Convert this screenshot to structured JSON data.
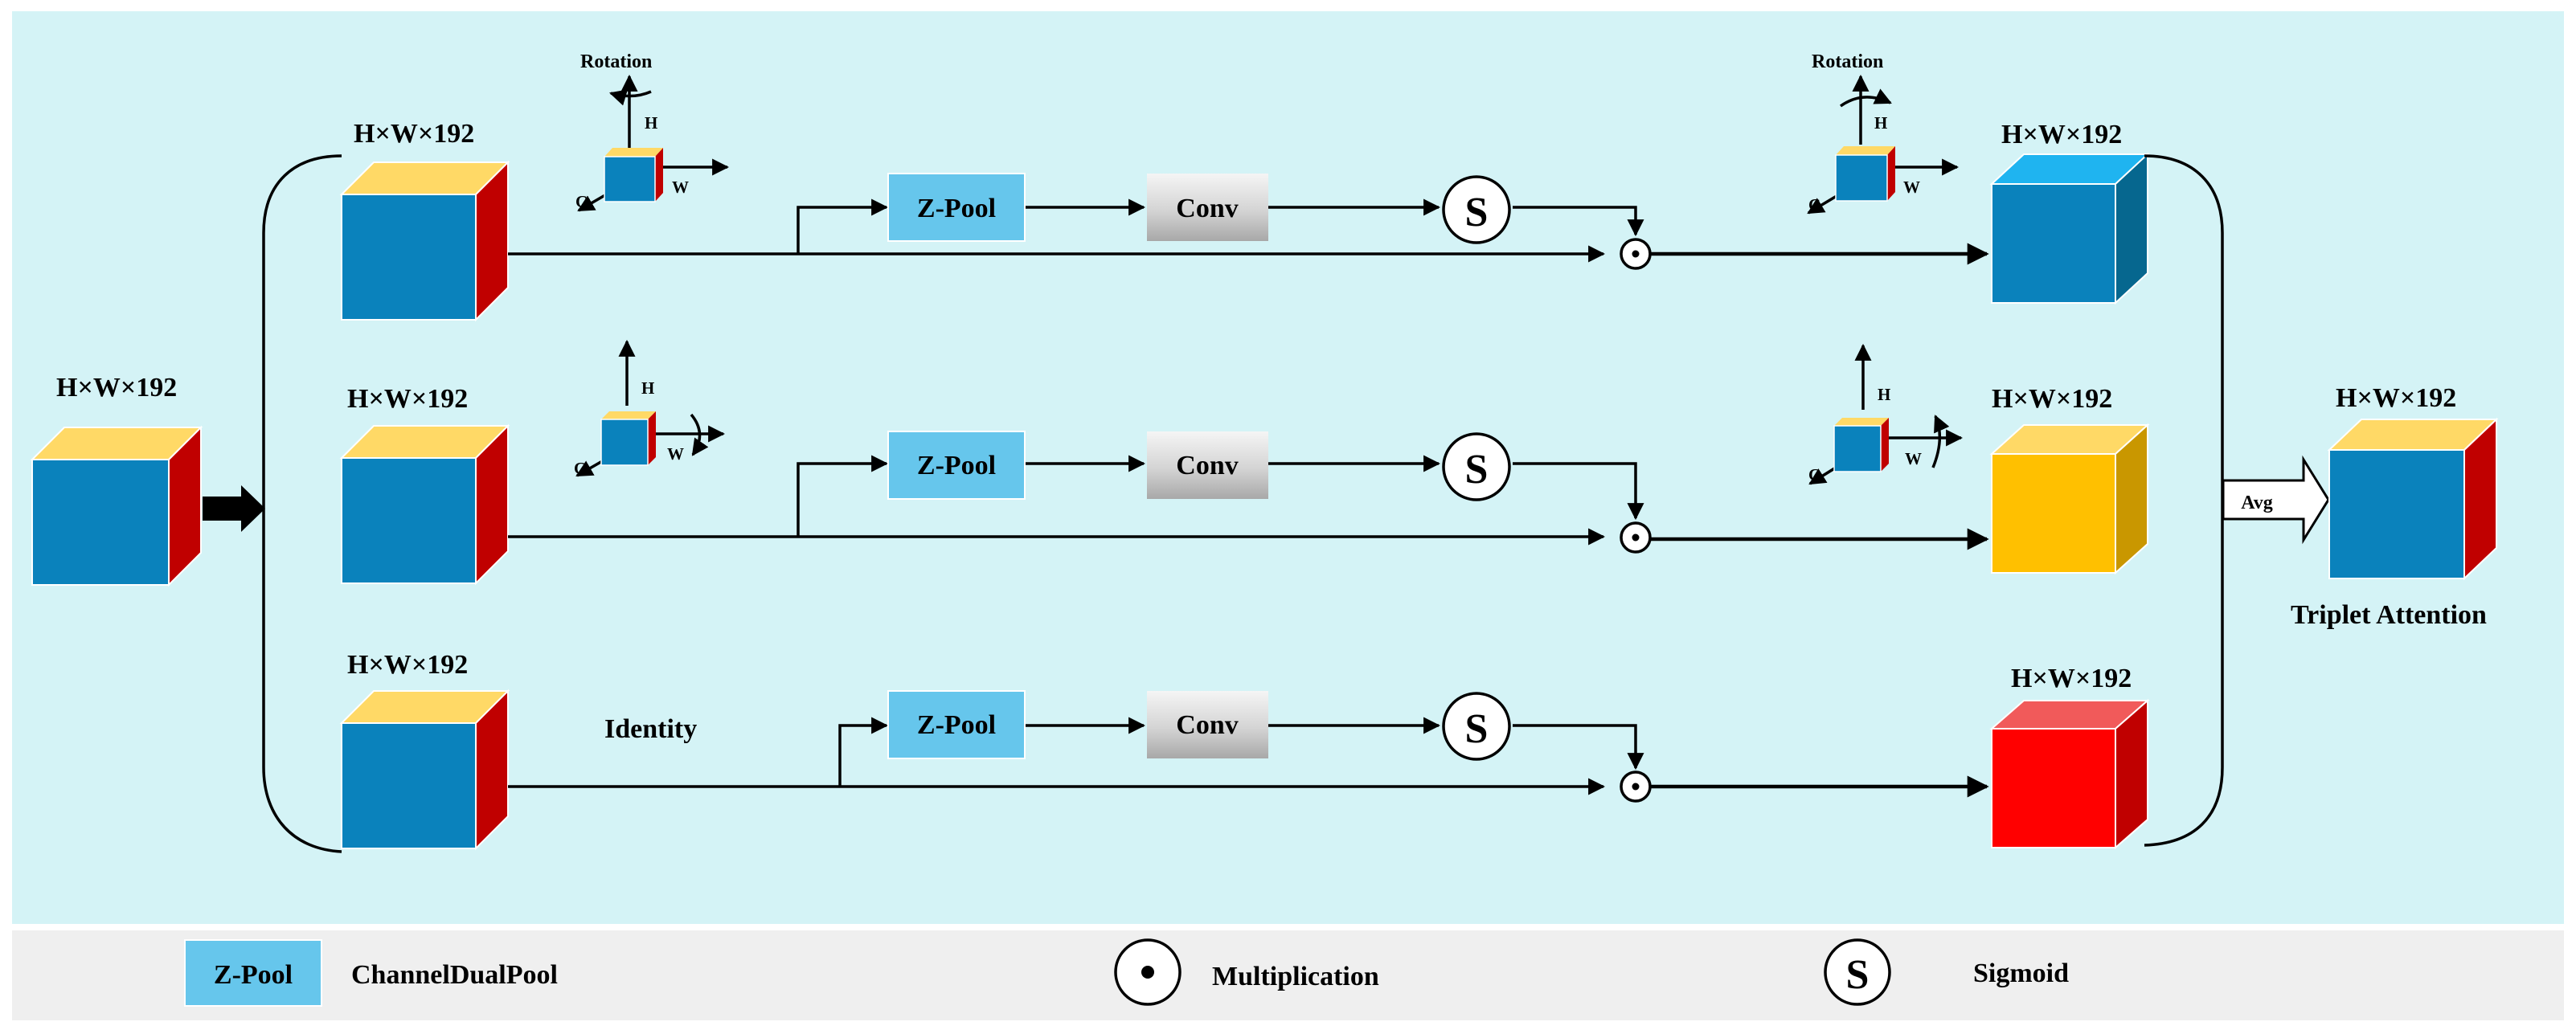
{
  "diagram": {
    "input_label": "H×W×192",
    "branch_labels": [
      "H×W×192",
      "H×W×192",
      "H×W×192"
    ],
    "output_labels": [
      "H×W×192",
      "H×W×192",
      "H×W×192"
    ],
    "final_label": "H×W×192",
    "rotation_label": "Rotation",
    "axis_labels": {
      "h": "H",
      "w": "W",
      "c": "C"
    },
    "identity_label": "Identity",
    "zpool_label": "Z-Pool",
    "conv_label": "Conv",
    "sigmoid_symbol": "S",
    "avg_label": "Avg",
    "caption": "Triplet Attention",
    "colors": {
      "background": "#d4f3f6",
      "legend_background": "#efefef",
      "cube_front": "#0a82bc",
      "cube_top": "#ffd966",
      "cube_side": "#c00000",
      "zpool_fill": "#66c6ec",
      "out1_top": "#1fb4f0",
      "out1_side": "#06678f",
      "out2_front": "#ffc000",
      "out2_top": "#ffd966",
      "out2_side": "#c99700",
      "out3_front": "#ff0000",
      "out3_top": "#f15a5a",
      "out3_side": "#c00000"
    }
  },
  "legend": {
    "zpool_box": "Z-Pool",
    "zpool_desc": "ChannelDualPool",
    "mult_desc": "Multiplication",
    "sigmoid_symbol": "S",
    "sigmoid_desc": "Sigmoid"
  }
}
